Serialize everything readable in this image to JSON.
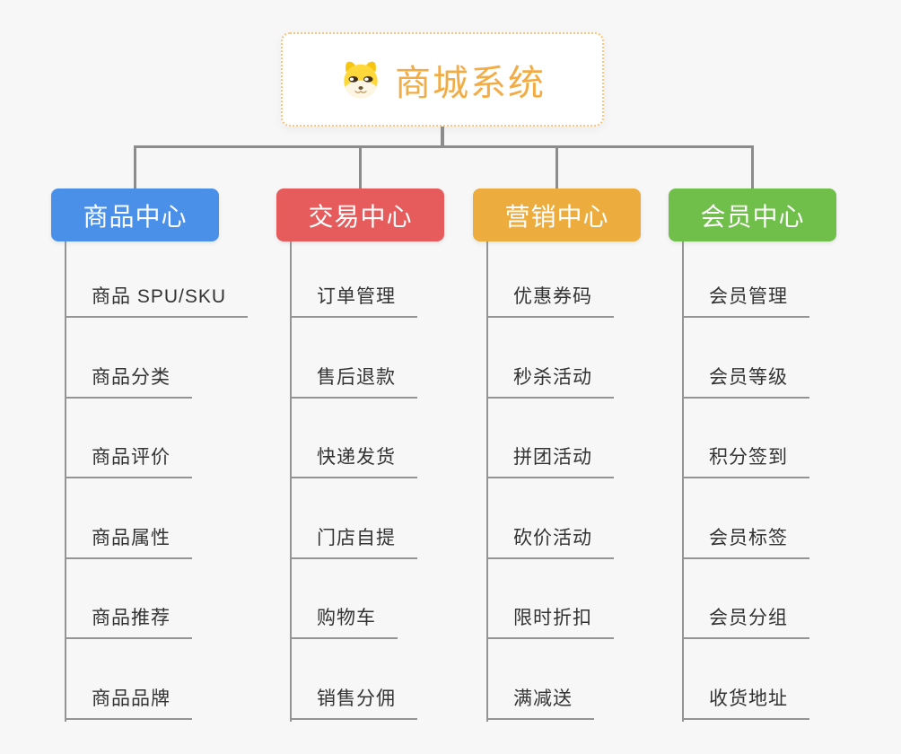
{
  "root": {
    "title": "商城系统",
    "icon": "dog-face-icon"
  },
  "colors": {
    "background": "#f7f7f7",
    "root_border": "#f5c57d",
    "root_text": "#f2ac45",
    "connector": "#8c8c8c",
    "underline": "#949494",
    "item_text": "#333333",
    "branch_text": "#ffffff"
  },
  "branches": [
    {
      "label": "商品中心",
      "color": "#4a90e8",
      "items": [
        "商品 SPU/SKU",
        "商品分类",
        "商品评价",
        "商品属性",
        "商品推荐",
        "商品品牌"
      ]
    },
    {
      "label": "交易中心",
      "color": "#e65c5c",
      "items": [
        "订单管理",
        "售后退款",
        "快递发货",
        "门店自提",
        "购物车",
        "销售分佣"
      ]
    },
    {
      "label": "营销中心",
      "color": "#ecac3e",
      "items": [
        "优惠券码",
        "秒杀活动",
        "拼团活动",
        "砍价活动",
        "限时折扣",
        "满减送"
      ]
    },
    {
      "label": "会员中心",
      "color": "#6fbf4a",
      "items": [
        "会员管理",
        "会员等级",
        "积分签到",
        "会员标签",
        "会员分组",
        "收货地址"
      ]
    }
  ]
}
